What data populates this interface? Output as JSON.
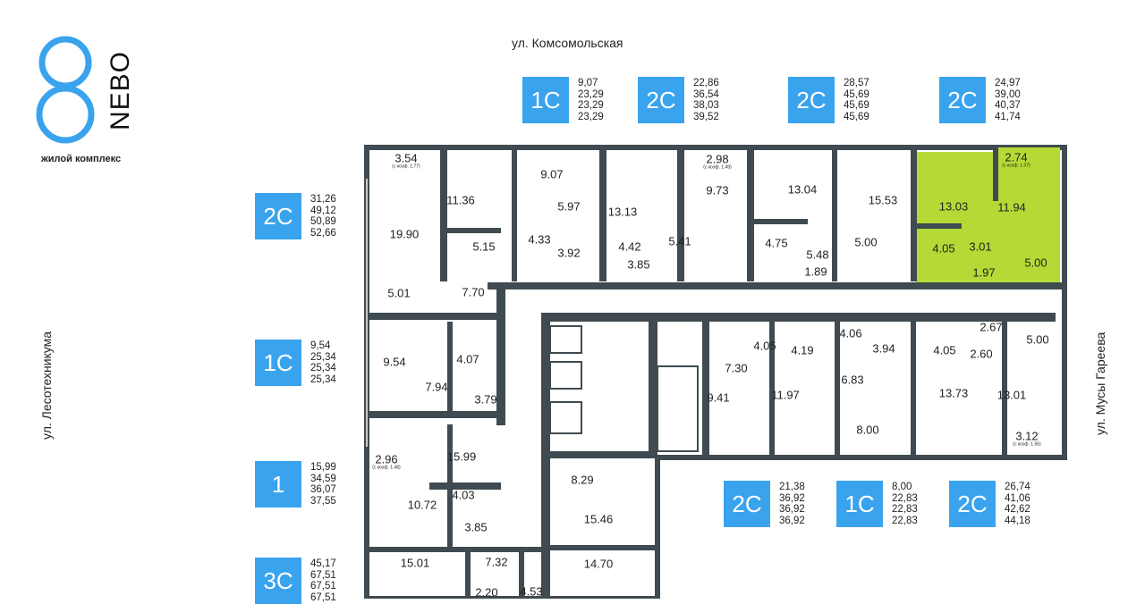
{
  "brand": {
    "name": "NEBO",
    "subtitle": "жилой комплекс",
    "accent": "#3aa3ee"
  },
  "streets": {
    "top": "ул. Комсомольская",
    "left": "ул. Лесотехникума",
    "right": "ул. Мусы Гареева"
  },
  "apartments": [
    {
      "type": "1С",
      "areas": [
        "9,07",
        "23,29",
        "23,29",
        "23,29"
      ]
    },
    {
      "type": "2С",
      "areas": [
        "22,86",
        "36,54",
        "38,03",
        "39,52"
      ]
    },
    {
      "type": "2С",
      "areas": [
        "28,57",
        "45,69",
        "45,69",
        "45,69"
      ]
    },
    {
      "type": "2С",
      "areas": [
        "24,97",
        "39,00",
        "40,37",
        "41,74"
      ]
    },
    {
      "type": "2С",
      "areas": [
        "31,26",
        "49,12",
        "50,89",
        "52,66"
      ]
    },
    {
      "type": "1С",
      "areas": [
        "9,54",
        "25,34",
        "25,34",
        "25,34"
      ]
    },
    {
      "type": "1",
      "areas": [
        "15,99",
        "34,59",
        "36,07",
        "37,55"
      ]
    },
    {
      "type": "3С",
      "areas": [
        "45,17",
        "67,51",
        "67,51",
        "67,51"
      ]
    },
    {
      "type": "2С",
      "areas": [
        "21,38",
        "36,92",
        "36,92",
        "36,92"
      ]
    },
    {
      "type": "1С",
      "areas": [
        "8,00",
        "22,83",
        "22,83",
        "22,83"
      ]
    },
    {
      "type": "2С",
      "areas": [
        "26,74",
        "41,06",
        "42,62",
        "44,18"
      ]
    }
  ],
  "highlight_color": "#b5d935",
  "wall_color": "#3f4b50",
  "rooms": [
    {
      "a": "3.54",
      "s": "(с коэф. 1.77)"
    },
    {
      "a": "19.90"
    },
    {
      "a": "11.36"
    },
    {
      "a": "5.15"
    },
    {
      "a": "5.01"
    },
    {
      "a": "7.70"
    },
    {
      "a": "9.07"
    },
    {
      "a": "5.97"
    },
    {
      "a": "4.33"
    },
    {
      "a": "3.92"
    },
    {
      "a": "13.13"
    },
    {
      "a": "4.42"
    },
    {
      "a": "3.85"
    },
    {
      "a": "2.98",
      "s": "(с коэф. 1.49)"
    },
    {
      "a": "9.73"
    },
    {
      "a": "5.41"
    },
    {
      "a": "13.04"
    },
    {
      "a": "4.75"
    },
    {
      "a": "5.48"
    },
    {
      "a": "1.89"
    },
    {
      "a": "15.53"
    },
    {
      "a": "5.00"
    },
    {
      "a": "13.03"
    },
    {
      "a": "2.74",
      "s": "(с коэф. 1.37)"
    },
    {
      "a": "11.94"
    },
    {
      "a": "4.05"
    },
    {
      "a": "3.01"
    },
    {
      "a": "1.97"
    },
    {
      "a": "5.00"
    },
    {
      "a": "2.67"
    },
    {
      "a": "5.00"
    },
    {
      "a": "4.05"
    },
    {
      "a": "7.30"
    },
    {
      "a": "4.19"
    },
    {
      "a": "4.06"
    },
    {
      "a": "3.94"
    },
    {
      "a": "4.05"
    },
    {
      "a": "2.60"
    },
    {
      "a": "9.54"
    },
    {
      "a": "4.07"
    },
    {
      "a": "7.94"
    },
    {
      "a": "3.79"
    },
    {
      "a": "9.41"
    },
    {
      "a": "11.97"
    },
    {
      "a": "6.83"
    },
    {
      "a": "13.73"
    },
    {
      "a": "13.01"
    },
    {
      "a": "8.00"
    },
    {
      "a": "3.12",
      "s": "(с коэф. 1.56)"
    },
    {
      "a": "2.96",
      "s": "(с коэф. 1.48)"
    },
    {
      "a": "15.99"
    },
    {
      "a": "4.03"
    },
    {
      "a": "10.72"
    },
    {
      "a": "3.85"
    },
    {
      "a": "8.29"
    },
    {
      "a": "15.46"
    },
    {
      "a": "15.01"
    },
    {
      "a": "7.32"
    },
    {
      "a": "14.70"
    },
    {
      "a": "2.20"
    },
    {
      "a": "4.53"
    }
  ]
}
